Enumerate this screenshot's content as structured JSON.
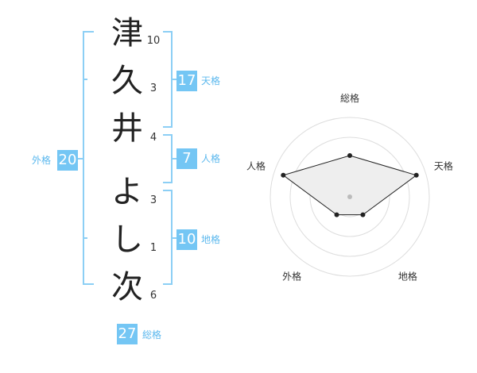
{
  "name_chars": [
    {
      "char": "津",
      "strokes": "10"
    },
    {
      "char": "久",
      "strokes": "3"
    },
    {
      "char": "井",
      "strokes": "4"
    },
    {
      "char": "よ",
      "strokes": "3"
    },
    {
      "char": "し",
      "strokes": "1"
    },
    {
      "char": "次",
      "strokes": "6"
    }
  ],
  "fortunes": {
    "tenkaku": {
      "value": "17",
      "label": "天格"
    },
    "jinkaku": {
      "value": "7",
      "label": "人格"
    },
    "chikaku": {
      "value": "10",
      "label": "地格"
    },
    "gaikaku": {
      "value": "20",
      "label": "外格"
    },
    "soukaku": {
      "value": "27",
      "label": "総格"
    }
  },
  "radar": {
    "axes": [
      "総格",
      "天格",
      "地格",
      "外格",
      "人格"
    ],
    "values": [
      0.52,
      0.88,
      0.28,
      0.28,
      0.88
    ],
    "rings": 4
  },
  "colors": {
    "accent": "#74c6f4",
    "bracket": "#8ccff5",
    "polygon_fill": "#eeeeee",
    "ring": "#dddddd"
  }
}
